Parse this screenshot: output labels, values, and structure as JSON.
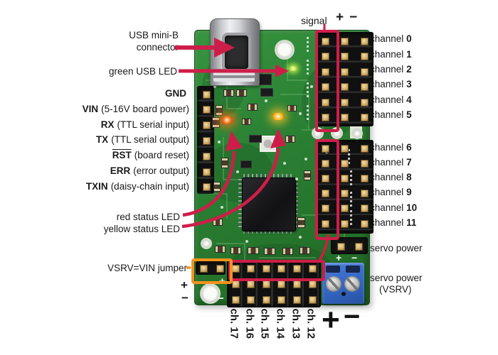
{
  "colors": {
    "annotation_red": "#cf1d49",
    "annotation_orange": "#f4921e",
    "pcb_green": "#2e8636",
    "terminal_blue": "#3565c0",
    "pin_gold": "#d9b366",
    "label_text": "#1a1a1a"
  },
  "labels": {
    "top": {
      "signal": "signal",
      "plus": "+",
      "minus": "−"
    },
    "left": {
      "usb_line1": "USB mini-B",
      "usb_line2": "connector",
      "green_led": "green USB LED",
      "pins": [
        {
          "name": "GND",
          "desc": ""
        },
        {
          "name": "VIN",
          "desc": "(5-16V board power)"
        },
        {
          "name": "RX",
          "desc": "(TTL serial input)"
        },
        {
          "name": "TX",
          "desc": "(TTL serial output)"
        },
        {
          "name": "RST",
          "desc": "(board reset)"
        },
        {
          "name": "ERR",
          "desc": "(error output)"
        },
        {
          "name": "TXIN",
          "desc": "(daisy-chain input)"
        }
      ],
      "red_led": "red status LED",
      "yellow_led": "yellow status LED",
      "jumper": "VSRV=VIN jumper",
      "plus": "+",
      "minus": "−"
    },
    "right": {
      "channel_word": "channel",
      "channels_top": [
        "0",
        "1",
        "2",
        "3",
        "4",
        "5"
      ],
      "channels_bottom": [
        "6",
        "7",
        "8",
        "9",
        "10",
        "11"
      ],
      "servo_power": "servo power",
      "vsrv_line1": "servo power",
      "vsrv_line2": "(VSRV)"
    },
    "bottom": {
      "ch_prefix": "ch.",
      "channels": [
        "17",
        "16",
        "15",
        "14",
        "13",
        "12"
      ],
      "plus": "+",
      "minus": "−"
    },
    "silkscreen": {
      "servo_plus": "+",
      "servo_minus": "−",
      "hole_plus": "+",
      "hole_minus": "−"
    }
  }
}
